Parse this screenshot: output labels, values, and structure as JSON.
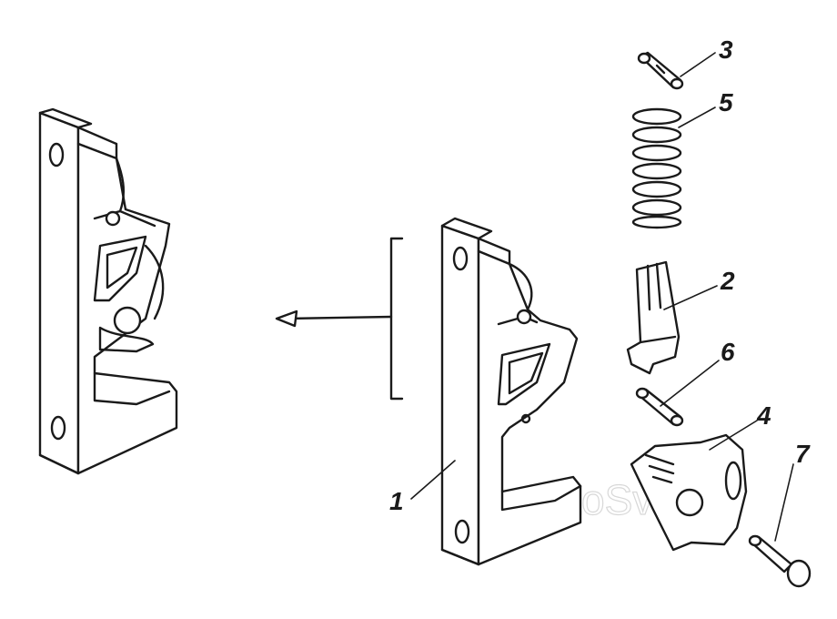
{
  "callouts": [
    {
      "id": "1",
      "text": "1"
    },
    {
      "id": "2",
      "text": "2"
    },
    {
      "id": "3",
      "text": "3"
    },
    {
      "id": "4",
      "text": "4"
    },
    {
      "id": "5",
      "text": "5"
    },
    {
      "id": "6",
      "text": "6"
    },
    {
      "id": "7",
      "text": "7"
    }
  ],
  "watermark": "AutoSvit",
  "colors": {
    "ink": "#1a1a1a",
    "paper": "#ffffff"
  }
}
